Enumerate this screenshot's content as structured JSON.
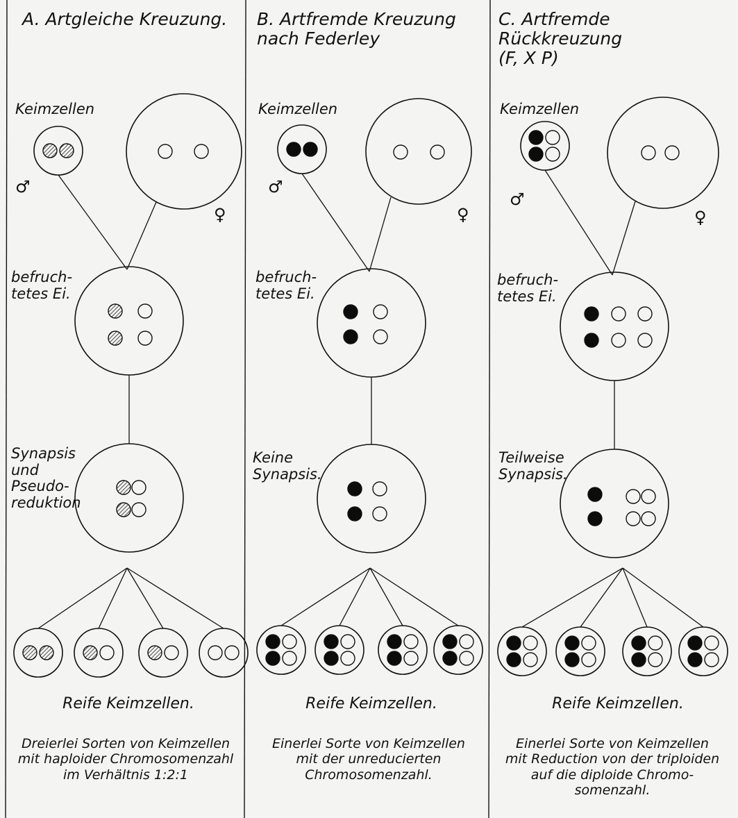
{
  "panels": [
    {
      "title": "A. Artgleiche Kreuzung.",
      "germ_cells_label": "Keimzellen",
      "male_symbol": "♂",
      "female_symbol": "♀",
      "egg_label": "befruch-\ntetes Ei.",
      "synapsis_label": "Synapsis\nund\nPseudo-\nreduktion",
      "mature_label": "Reife Keimzellen.",
      "description": "Dreierlei Sorten von Keimzellen\nmit haploider Chromosomenzahl\nim Verhältnis 1:2:1"
    },
    {
      "title": "B. Artfremde Kreuzung\nnach Federley",
      "germ_cells_label": "Keimzellen",
      "male_symbol": "♂",
      "female_symbol": "♀",
      "egg_label": "befruch-\ntetes Ei.",
      "synapsis_label": "Keine\nSynapsis.",
      "mature_label": "Reife Keimzellen.",
      "description": "Einerlei Sorte von Keimzellen\nmit der unreducierten\nChromosomenzahl."
    },
    {
      "title": "C. Artfremde Rückkreuzung\n(F, X P)",
      "germ_cells_label": "Keimzellen",
      "male_symbol": "♂",
      "female_symbol": "♀",
      "egg_label": "befruch-\ntetes Ei.",
      "synapsis_label": "Teilweise\nSynapsis.",
      "mature_label": "Reife Keimzellen.",
      "description": "Einerlei Sorte von Keimzellen\nmit Reduction von der triploiden\nauf die diploide Chromo-\nsomenzahl."
    }
  ],
  "colors": {
    "ink": "#111111",
    "paper": "#f4f4f2"
  }
}
